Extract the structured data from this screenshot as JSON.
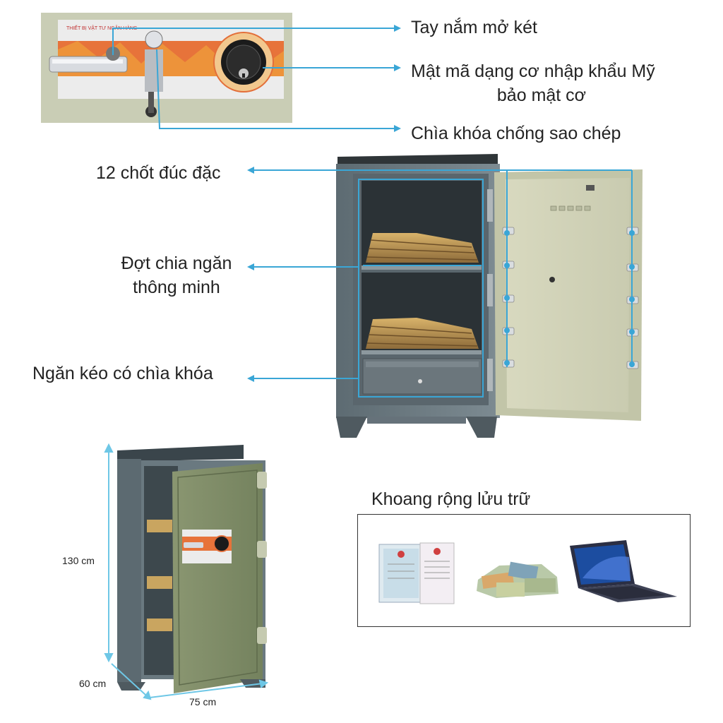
{
  "callouts": {
    "handle": "Tay nắm mở két",
    "combo_line1": "Mật mã dạng cơ nhập khẩu Mỹ",
    "combo_line2": "bảo mật cơ",
    "key": "Chìa khóa chống sao chép",
    "bolts": "12 chốt đúc đặc",
    "shelf_line1": "Đợt chia ngăn",
    "shelf_line2": "thông minh",
    "drawer": "Ngăn kéo có chìa khóa"
  },
  "dimensions": {
    "height": "130 cm",
    "depth": "60 cm",
    "width": "75 cm"
  },
  "storage": {
    "title": "Khoang rộng lửu trữ",
    "items": [
      "documents-icon",
      "money-bundles-icon",
      "laptop-icon"
    ]
  },
  "colors": {
    "callout_line": "#3aa6d6",
    "safe_body": "#6d7d85",
    "safe_door": "#dcdcc2",
    "door_front": "#7f8c6a"
  }
}
